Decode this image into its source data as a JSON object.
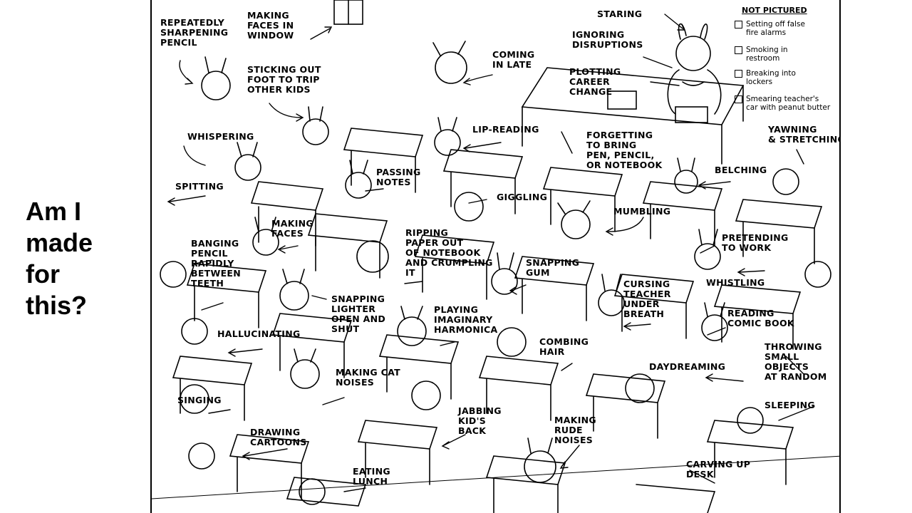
{
  "slide": {
    "question": "Am I made for this?"
  },
  "comic": {
    "labels": [
      {
        "id": "repeatedly-sharpening-pencil",
        "text": "REPEATEDLY\nSHARPENING\nPENCIL"
      },
      {
        "id": "making-faces-in-window",
        "text": "MAKING\nFACES IN\nWINDOW"
      },
      {
        "id": "staring",
        "text": "STARING"
      },
      {
        "id": "ignoring-disruptions",
        "text": "IGNORING\nDISRUPTIONS"
      },
      {
        "id": "coming-in-late",
        "text": "COMING\nIN LATE"
      },
      {
        "id": "sticking-out-foot",
        "text": "STICKING OUT\nFOOT TO TRIP\nOTHER KIDS"
      },
      {
        "id": "plotting-career-change",
        "text": "PLOTTING\nCAREER\nCHANGE"
      },
      {
        "id": "whispering",
        "text": "WHISPERING"
      },
      {
        "id": "lip-reading",
        "text": "LIP-READING"
      },
      {
        "id": "forgetting-to-bring",
        "text": "FORGETTING\nTO BRING\nPEN, PENCIL,\nOR NOTEBOOK"
      },
      {
        "id": "yawning-stretching",
        "text": "YAWNING\n& STRETCHING"
      },
      {
        "id": "passing-notes",
        "text": "PASSING\nNOTES"
      },
      {
        "id": "belching",
        "text": "BELCHING"
      },
      {
        "id": "spitting",
        "text": "SPITTING"
      },
      {
        "id": "giggling",
        "text": "GIGGLING"
      },
      {
        "id": "making-faces",
        "text": "MAKING\nFACES"
      },
      {
        "id": "mumbling",
        "text": "MUMBLING"
      },
      {
        "id": "ripping-paper",
        "text": "RIPPING\nPAPER OUT\nOF NOTEBOOK\nAND CRUMPLING\nIT"
      },
      {
        "id": "banging-pencil",
        "text": "BANGING\nPENCIL\nRAPIDLY\nBETWEEN\nTEETH"
      },
      {
        "id": "pretending-to-work",
        "text": "PRETENDING\nTO WORK"
      },
      {
        "id": "snapping-gum",
        "text": "SNAPPING\nGUM"
      },
      {
        "id": "whistling",
        "text": "WHISTLING"
      },
      {
        "id": "cursing-teacher",
        "text": "CURSING\nTEACHER\nUNDER\nBREATH"
      },
      {
        "id": "snapping-lighter",
        "text": "SNAPPING\nLIGHTER\nOPEN AND\nSHUT"
      },
      {
        "id": "playing-harmonica",
        "text": "PLAYING\nIMAGINARY\nHARMONICA"
      },
      {
        "id": "reading-comic-book",
        "text": "READING\nCOMIC BOOK"
      },
      {
        "id": "hallucinating",
        "text": "HALLUCINATING"
      },
      {
        "id": "throwing-small-objects",
        "text": "THROWING\nSMALL\nOBJECTS\nAT RANDOM"
      },
      {
        "id": "combing-hair",
        "text": "COMBING\nHAIR"
      },
      {
        "id": "daydreaming",
        "text": "DAYDREAMING"
      },
      {
        "id": "making-cat-noises",
        "text": "MAKING CAT\nNOISES"
      },
      {
        "id": "singing",
        "text": "SINGING"
      },
      {
        "id": "jabbing-kids-back",
        "text": "JABBING\nKID'S\nBACK"
      },
      {
        "id": "making-rude-noises",
        "text": "MAKING\nRUDE\nNOISES"
      },
      {
        "id": "sleeping",
        "text": "SLEEPING"
      },
      {
        "id": "drawing-cartoons",
        "text": "DRAWING\nCARTOONS"
      },
      {
        "id": "carving-up-desk",
        "text": "CARVING UP\nDESK"
      },
      {
        "id": "eating-lunch",
        "text": "EATING\nLUNCH"
      }
    ],
    "not_pictured": {
      "title": "NOT PICTURED",
      "items": [
        "Setting off false\nfire alarms",
        "Smoking in\nrestroom",
        "Breaking into\nlockers",
        "Smearing teacher's\ncar with peanut butter"
      ]
    }
  }
}
